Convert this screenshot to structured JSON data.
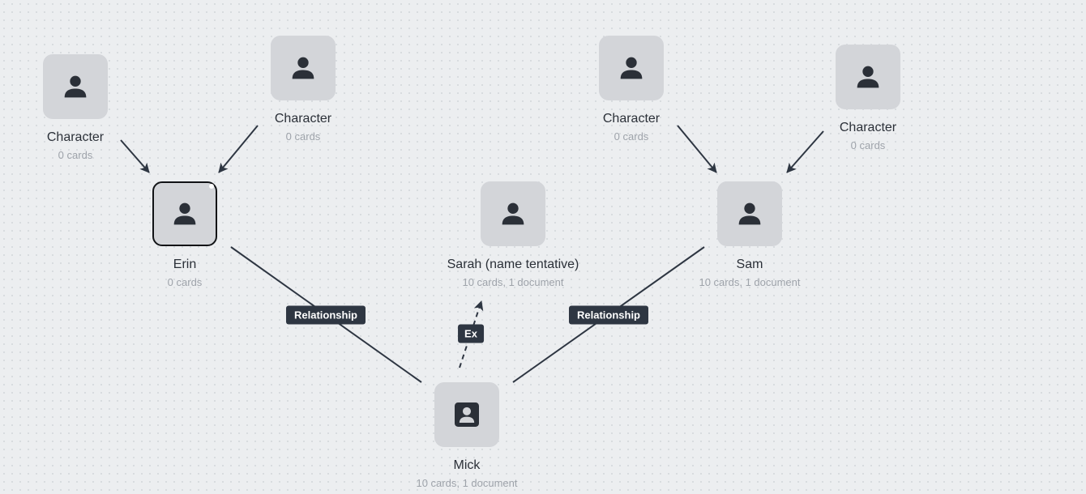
{
  "nodes": {
    "character_1": {
      "title": "Character",
      "subtitle": "0 cards",
      "icon": "person-icon"
    },
    "character_2": {
      "title": "Character",
      "subtitle": "0 cards",
      "icon": "person-icon"
    },
    "character_3": {
      "title": "Character",
      "subtitle": "0 cards",
      "icon": "person-icon"
    },
    "character_4": {
      "title": "Character",
      "subtitle": "0 cards",
      "icon": "person-icon"
    },
    "erin": {
      "title": "Erin",
      "subtitle": "0 cards",
      "icon": "person-icon",
      "selected": true
    },
    "sarah": {
      "title": "Sarah (name tentative)",
      "subtitle": "10 cards, 1 document",
      "icon": "person-icon"
    },
    "sam": {
      "title": "Sam",
      "subtitle": "10 cards, 1 document",
      "icon": "person-icon"
    },
    "mick": {
      "title": "Mick",
      "subtitle": "10 cards, 1 document",
      "icon": "contact-card-icon"
    }
  },
  "edges": [
    {
      "from": "character_1",
      "to": "erin",
      "style": "arrow",
      "label": ""
    },
    {
      "from": "character_2",
      "to": "erin",
      "style": "arrow",
      "label": ""
    },
    {
      "from": "character_3",
      "to": "sam",
      "style": "arrow",
      "label": ""
    },
    {
      "from": "character_4",
      "to": "sam",
      "style": "arrow",
      "label": ""
    },
    {
      "from": "erin",
      "to": "mick",
      "style": "line",
      "label": "Relationship"
    },
    {
      "from": "sam",
      "to": "mick",
      "style": "line",
      "label": "Relationship"
    },
    {
      "from": "mick",
      "to": "sarah",
      "style": "dashed-arrow",
      "label": "Ex"
    }
  ],
  "colors": {
    "background": "#eceef0",
    "tile": "#d3d5d9",
    "edge": "#2e3642",
    "label_bg": "#2e3642"
  }
}
